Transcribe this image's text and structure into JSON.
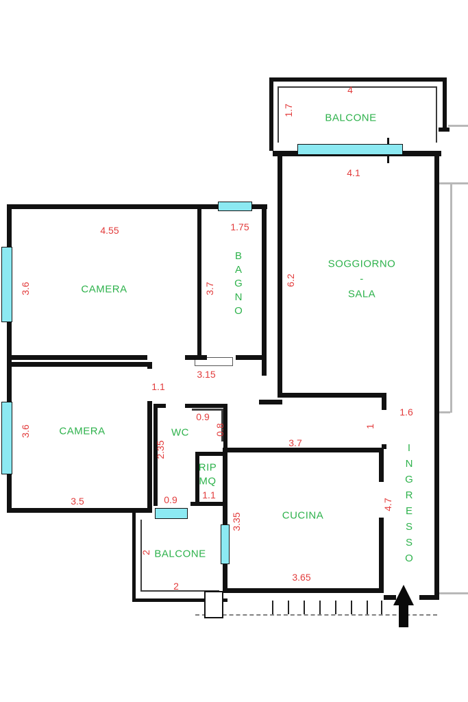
{
  "meta": {
    "type": "apartment-floor-plan",
    "language": "it"
  },
  "colors": {
    "wall": "#111111",
    "window": "#8ce9f2",
    "room_label": "#2eb24c",
    "dim_label": "#e23b3b",
    "faint_line": "#b8b8b8"
  },
  "rooms": {
    "balcone_top": "BALCONE",
    "soggiorno_l1": "SOGGIORNO",
    "soggiorno_l2": "-",
    "soggiorno_l3": "SALA",
    "camera_top": "CAMERA",
    "bagno": "BAGNO",
    "camera_bottom": "CAMERA",
    "wc": "WC",
    "rip_l1": "RIP",
    "rip_l2": "MQ",
    "rip_value": "1.1",
    "cucina": "CUCINA",
    "ingresso": "INGRESSO",
    "balcone_bottom": "BALCONE"
  },
  "dims": {
    "balcone_top_w": "4",
    "balcone_top_d": "1.7",
    "soggiorno_w": "4.1",
    "soggiorno_h": "6.2",
    "camera_top_w": "4.55",
    "camera_top_h": "3.6",
    "bagno_w": "1.75",
    "bagno_h": "3.7",
    "hall_w": "3.15",
    "hall_door": "1.1",
    "camera_bottom_h": "3.6",
    "camera_bottom_w": "3.5",
    "wc_niche_w": "0.9",
    "wc_niche_h": "0.8",
    "wc_h": "2.35",
    "passage_w": "0.9",
    "cucina_top_w": "3.7",
    "cucina_h": "3.35",
    "cucina_bottom_w": "3.65",
    "ingresso_w": "1.6",
    "ingresso_door": "1",
    "ingresso_h": "4.7",
    "balcone_bottom_d": "2",
    "balcone_bottom_w": "2"
  },
  "icons": {
    "entrance_arrow": "arrow-up"
  }
}
